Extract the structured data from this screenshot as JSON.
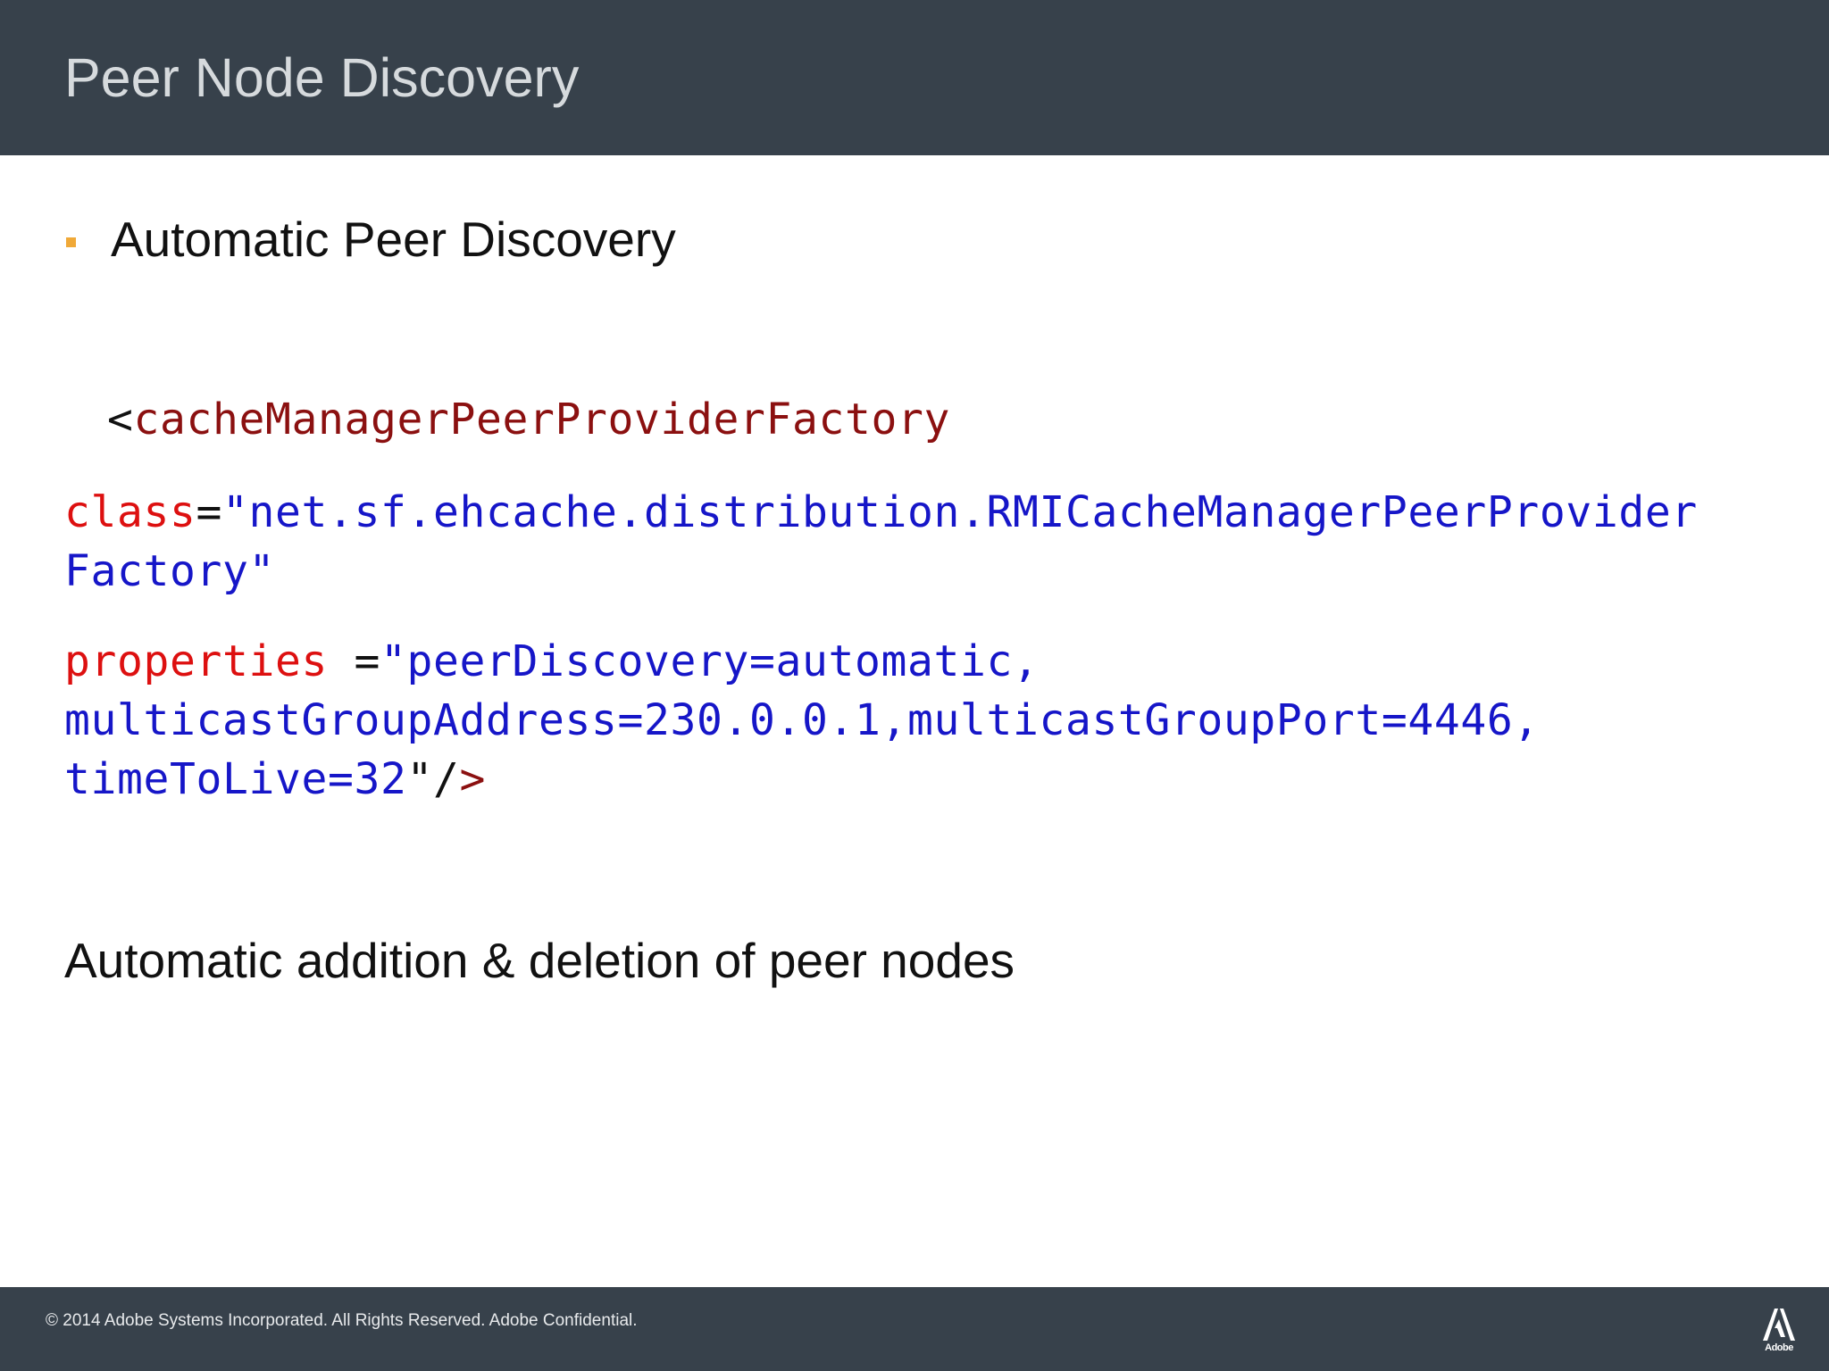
{
  "title": "Peer Node Discovery",
  "bullet": {
    "text": "Automatic Peer Discovery"
  },
  "code": {
    "line1": {
      "open": "<",
      "tag": "cacheManagerPeerProviderFactory"
    },
    "line2": {
      "attr": "class",
      "eq": "=",
      "value": "\"net.sf.ehcache.distribution.RMICacheManagerPeerProvider"
    },
    "line3": {
      "value": "Factory\""
    },
    "line4": {
      "attr": "properties",
      "eq": " =",
      "value": "\"peerDiscovery=automatic,"
    },
    "line5": {
      "value": "multicastGroupAddress=230.0.0.1,multicastGroupPort=4446,"
    },
    "line6": {
      "value": "timeToLive=32",
      "close_quote": "\"",
      "slash": "/",
      "gt": ">"
    }
  },
  "note": "Automatic addition & deletion of peer nodes",
  "footer": {
    "copyright": "© 2014 Adobe Systems Incorporated.  All Rights Reserved.  Adobe Confidential.",
    "logo_text": "Adobe"
  },
  "icons": {
    "logo": "adobe-logo-icon",
    "bullet": "square-bullet-icon"
  },
  "colors": {
    "header_bg": "#37414b",
    "title_text": "#d6dadd",
    "bullet": "#f0a938",
    "xml_tag": "#8b1010",
    "xml_attr": "#dd1010",
    "xml_value": "#1616c8"
  }
}
